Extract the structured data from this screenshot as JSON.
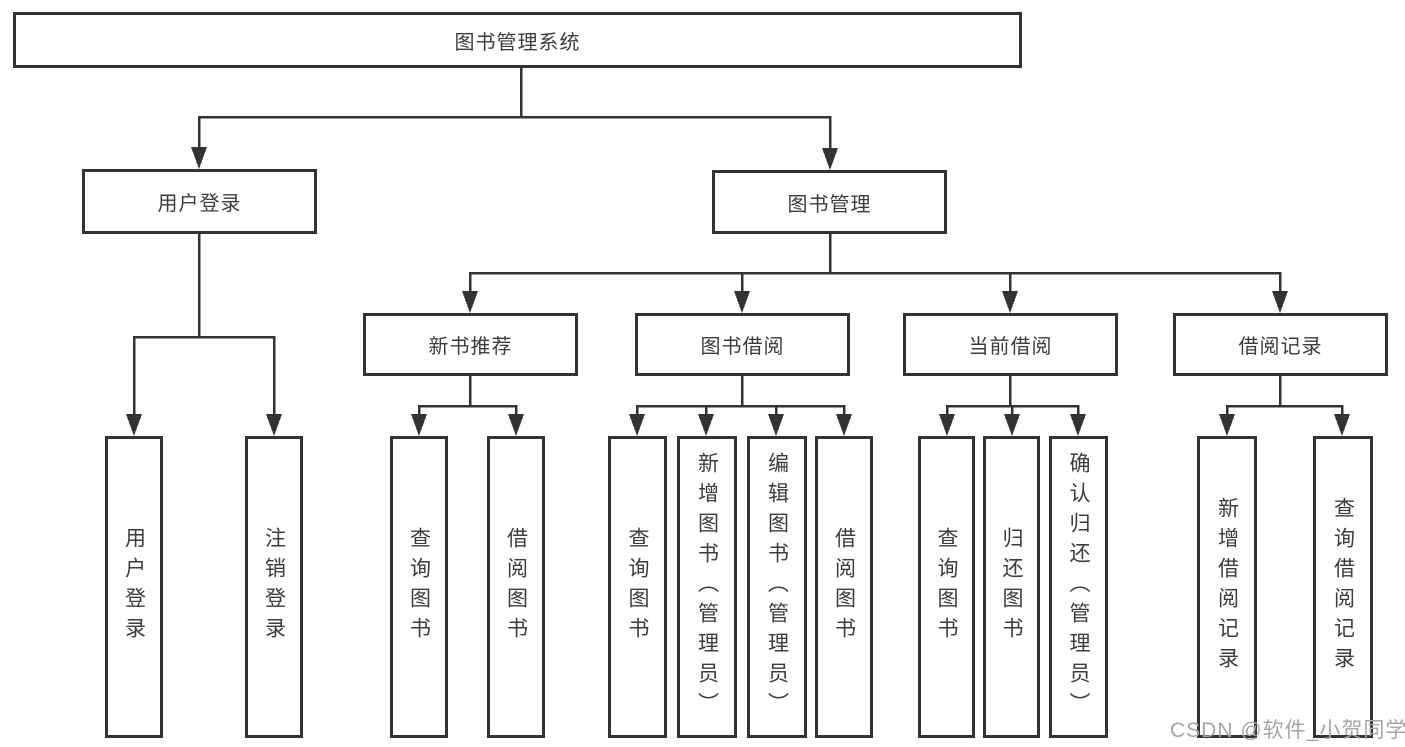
{
  "diagram_title": "图书管理系统",
  "tree": {
    "root": {
      "label": "图书管理系统",
      "children": [
        {
          "label": "用户登录",
          "children": [
            {
              "label": "用户登录"
            },
            {
              "label": "注销登录"
            }
          ]
        },
        {
          "label": "图书管理",
          "children": [
            {
              "label": "新书推荐",
              "children": [
                {
                  "label": "查询图书"
                },
                {
                  "label": "借阅图书"
                }
              ]
            },
            {
              "label": "图书借阅",
              "children": [
                {
                  "label": "查询图书"
                },
                {
                  "label": "新增图书（管理员）"
                },
                {
                  "label": "编辑图书（管理员）"
                },
                {
                  "label": "借阅图书"
                }
              ]
            },
            {
              "label": "当前借阅",
              "children": [
                {
                  "label": "查询图书"
                },
                {
                  "label": "归还图书"
                },
                {
                  "label": "确认归还（管理员）"
                }
              ]
            },
            {
              "label": "借阅记录",
              "children": [
                {
                  "label": "新增借阅记录"
                },
                {
                  "label": "查询借阅记录"
                }
              ]
            }
          ]
        }
      ]
    }
  },
  "watermark": "CSDN @软件_小贺同学",
  "colors": {
    "line": "#333333",
    "box_border": "#333333",
    "text": "#3c3c3c",
    "background": "#ffffff",
    "watermark": "#a5a5a9"
  }
}
